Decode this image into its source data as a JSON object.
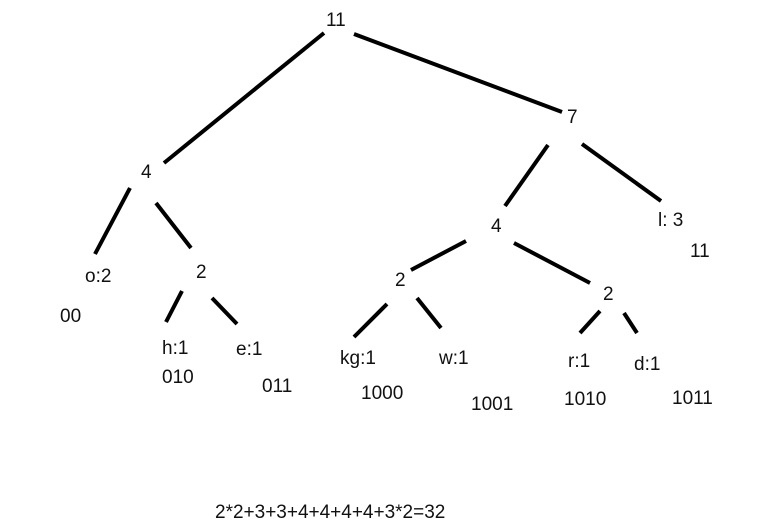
{
  "nodes": {
    "root": "11",
    "left_internal": "4",
    "right_internal": "7",
    "right_left_internal": "4",
    "left_right_internal": "2",
    "mid_left_internal": "2",
    "mid_right_internal": "2"
  },
  "leaves": [
    {
      "id": "o",
      "label": "o:2",
      "code": "00"
    },
    {
      "id": "h",
      "label": "h:1",
      "code": "010"
    },
    {
      "id": "e",
      "label": "e:1",
      "code": "011"
    },
    {
      "id": "kg",
      "label": "kg:1",
      "code": "1000"
    },
    {
      "id": "w",
      "label": "w:1",
      "code": "1001"
    },
    {
      "id": "r",
      "label": "r:1",
      "code": "1010"
    },
    {
      "id": "d",
      "label": "d:1",
      "code": "1011"
    },
    {
      "id": "l",
      "label": "l:  3",
      "code": "11"
    }
  ],
  "formula": "2*2+3+3+4+4+4+4+3*2=32"
}
